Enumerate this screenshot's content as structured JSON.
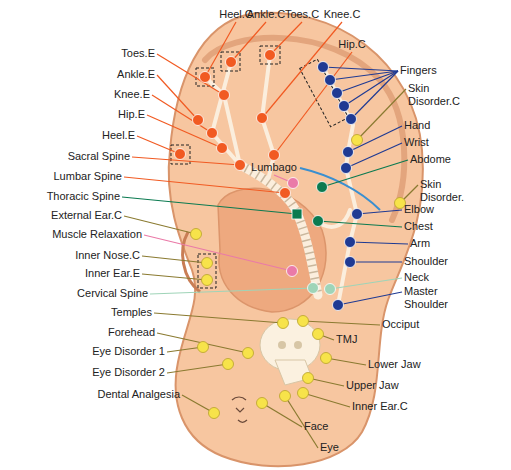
{
  "diagram": {
    "labels": [
      "Heel.C",
      "Ankle.C",
      "Toes.C",
      "Knee.C",
      "Hip.C",
      "Fingers",
      "Toes.E",
      "Ankle.E",
      "Knee.E",
      "Hip.E",
      "Skin Disorder.C",
      "Hand",
      "Heel.E",
      "Wrist",
      "Sacral Spine",
      "Lumbago",
      "Abdome",
      "Lumbar Spine",
      "Skin Disorder.",
      "Thoracic Spine",
      "Elbow",
      "External Ear.C",
      "Chest",
      "Muscle Relaxation",
      "Arm",
      "Inner Nose.C",
      "Shoulder",
      "Neck",
      "Inner Ear.E",
      "Master Shoulder",
      "Cervical Spine",
      "Temples",
      "Occiput",
      "Forehead",
      "TMJ",
      "Eye Disorder 1",
      "Lower Jaw",
      "Eye Disorder 2",
      "Upper Jaw",
      "Dental Analgesia",
      "Inner Ear.C",
      "Face",
      "Eye"
    ]
  }
}
